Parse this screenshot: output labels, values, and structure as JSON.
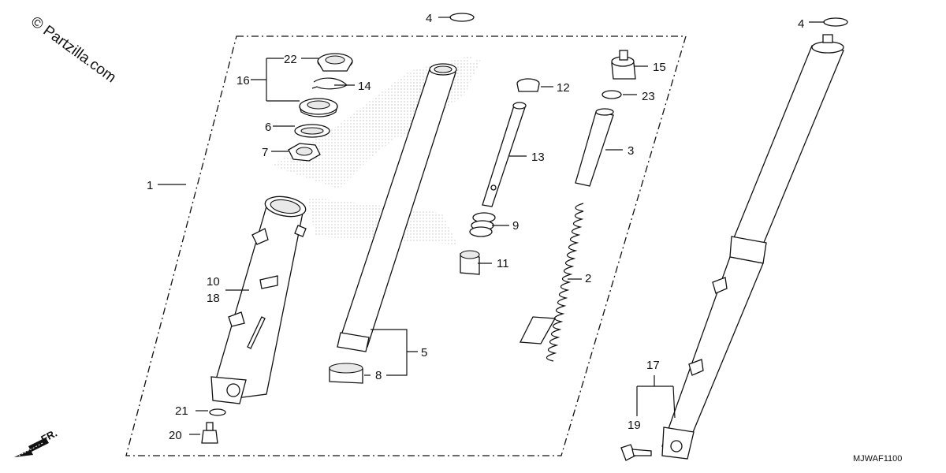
{
  "watermark": "© Partzilla.com",
  "diagram_code": "MJWAF1100",
  "direction_label": "FR.",
  "callouts": {
    "c1": "1",
    "c2": "2",
    "c3": "3",
    "c4a": "4",
    "c4b": "4",
    "c5": "5",
    "c6": "6",
    "c7": "7",
    "c8": "8",
    "c9": "9",
    "c10": "10",
    "c11": "11",
    "c12": "12",
    "c13": "13",
    "c14": "14",
    "c15": "15",
    "c16": "16",
    "c17": "17",
    "c18": "18",
    "c19": "19",
    "c20": "20",
    "c21": "21",
    "c22": "22",
    "c23": "23"
  }
}
